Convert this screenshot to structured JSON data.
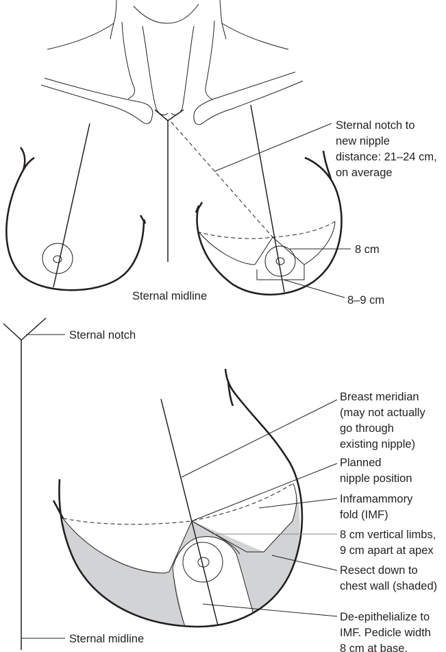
{
  "figure": {
    "top_panel": {
      "labels": {
        "sternal_notch_distance": [
          "Sternal notch to",
          "new nipple",
          "distance: 21–24 cm,",
          "on average"
        ],
        "eight_cm": "8 cm",
        "eight_nine_cm": "8–9 cm",
        "sternal_midline": "Sternal midline"
      }
    },
    "bottom_panel": {
      "labels": {
        "sternal_notch": "Sternal notch",
        "sternal_midline": "Sternal midline",
        "breast_meridian": [
          "Breast meridian",
          "(may not actually",
          "go through",
          "existing nipple)"
        ],
        "planned_nipple": [
          "Planned",
          "nipple position"
        ],
        "imf": [
          "Inframammory",
          "fold (IMF)"
        ],
        "vertical_limbs": [
          "8 cm vertical limbs,",
          "9 cm apart at apex"
        ],
        "resect": [
          "Resect down to",
          "chest wall (shaded)"
        ],
        "deepithelialize": [
          "De-epithelialize to",
          "IMF. Pedicle width",
          "8 cm at base."
        ]
      }
    },
    "colors": {
      "ink": "#231f20",
      "shading": "#d1d3d4"
    }
  }
}
